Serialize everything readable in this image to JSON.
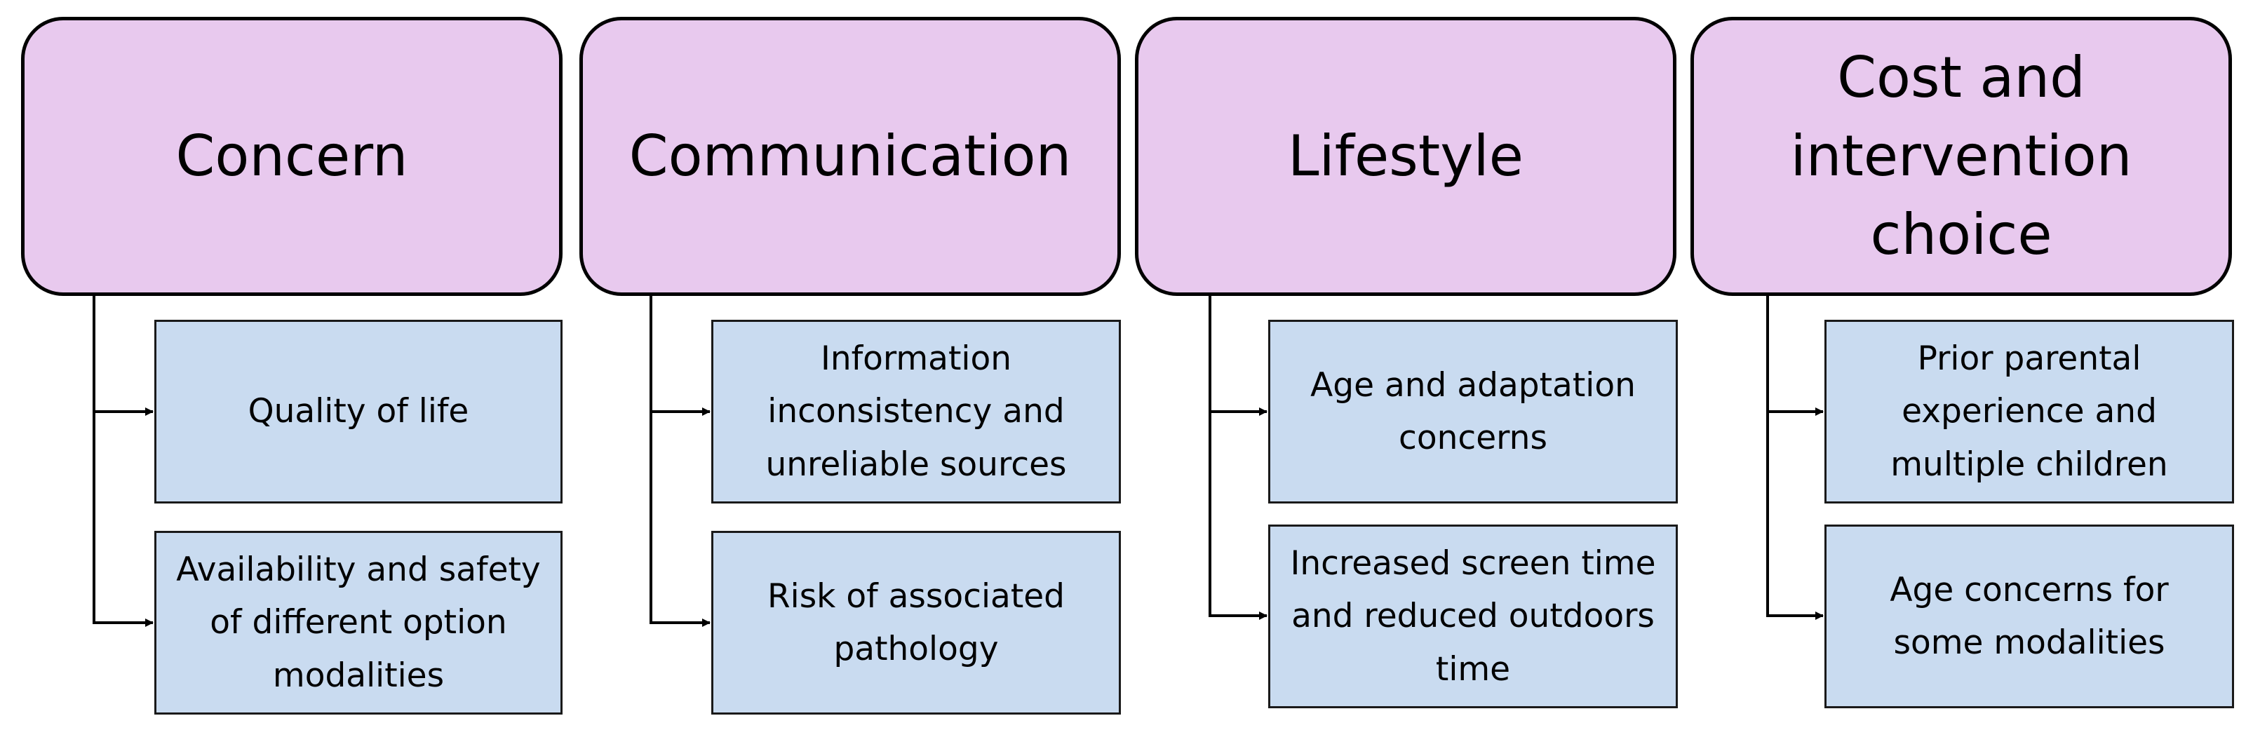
{
  "colors": {
    "header_fill": "#e8c9ee",
    "sub_fill": "#c9dbf0",
    "outline": "#000000"
  },
  "columns": [
    {
      "header": "Concern",
      "items": [
        "Quality of life",
        "Availability and safety of different option modalities"
      ]
    },
    {
      "header": "Communication",
      "items": [
        "Information inconsistency and unreliable sources",
        "Risk of associated pathology"
      ]
    },
    {
      "header": "Lifestyle",
      "items": [
        "Age and adaptation concerns",
        "Increased screen time and reduced outdoors time"
      ]
    },
    {
      "header": "Cost and intervention choice",
      "items": [
        "Prior parental experience and multiple children",
        "Age concerns for some modalities"
      ]
    }
  ]
}
